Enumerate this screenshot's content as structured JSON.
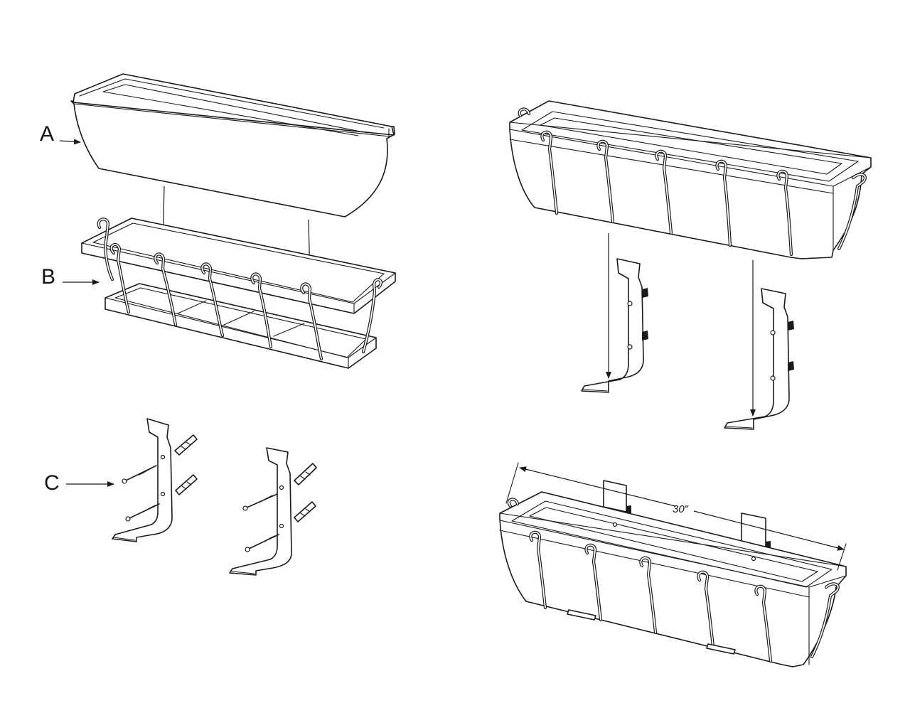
{
  "labels": {
    "a": "A",
    "b": "B",
    "c": "C"
  },
  "dimension": {
    "length": "30\""
  }
}
